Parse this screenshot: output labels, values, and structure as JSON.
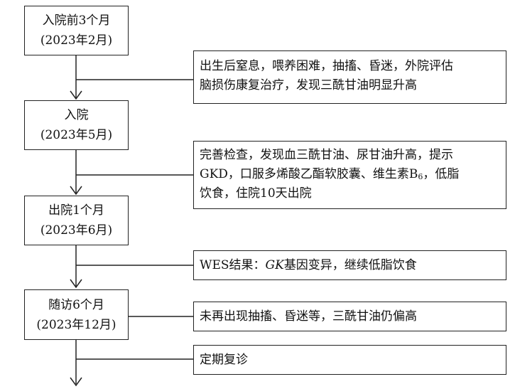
{
  "stages": [
    {
      "title": "入院前3个月",
      "date": "(2023年2月)"
    },
    {
      "title": "入院",
      "date": "(2023年5月)"
    },
    {
      "title": "出院1个月",
      "date": "(2023年6月)"
    },
    {
      "title": "随访6个月",
      "date": "(2023年12月)"
    }
  ],
  "notes": {
    "birth": {
      "line1": "出生后窒息，喂养困难，抽搐、昏迷，外院评估",
      "line2": "脑损伤康复治疗，发现三酰甘油明显升高"
    },
    "admission": {
      "line1": "完善检查，发现血三酰甘油、尿甘油升高，提示",
      "line2_before_sub": "GKD，口服多烯酸乙酯软胶囊、维生素B",
      "line2_sub": "6",
      "line2_after_sub": "，低脂",
      "line3": "饮食，住院10天出院"
    },
    "wes": {
      "prefix": "WES结果：",
      "gene": "GK",
      "suffix": "基因变异，继续低脂饮食"
    },
    "followup": "未再出现抽搐、昏迷等，三酰甘油仍偏高",
    "recheck": "定期复诊"
  }
}
